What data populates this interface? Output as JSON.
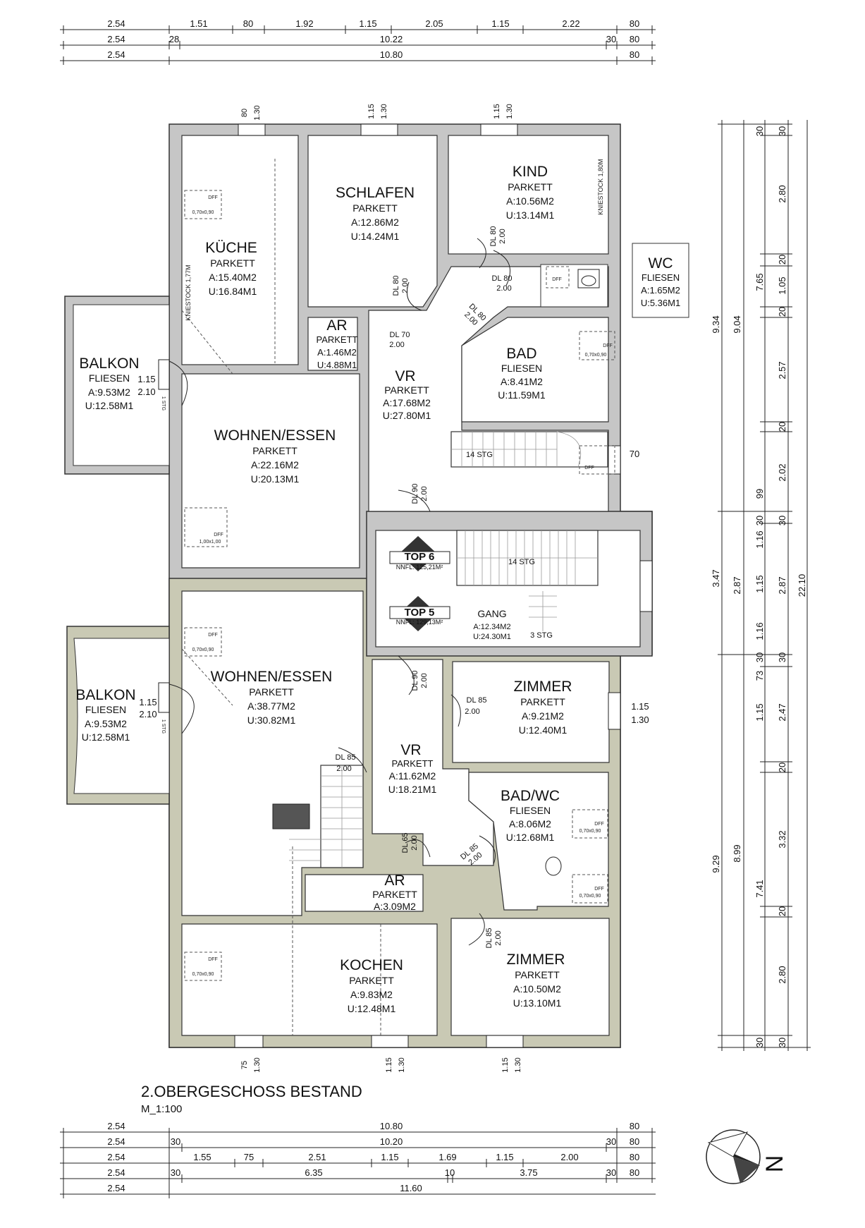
{
  "title": "2.OBERGESCHOSS BESTAND",
  "scale": "M_1:100",
  "top_dimension_rows": [
    [
      "2.54",
      "1.51",
      "80",
      "1.92",
      "1.15",
      "2.05",
      "1.15",
      "2.22",
      "80"
    ],
    [
      "2.54",
      "28",
      "10.22",
      "30",
      "80"
    ],
    [
      "2.54",
      "10.80",
      "80"
    ]
  ],
  "bottom_dimension_rows": [
    [
      "2.54",
      "10.80",
      "80"
    ],
    [
      "2.54",
      "30",
      "10.20",
      "30",
      "80"
    ],
    [
      "2.54",
      "1.55",
      "75",
      "2.51",
      "1.15",
      "1.69",
      "1.15",
      "2.00",
      "80"
    ],
    [
      "2.54",
      "30",
      "6.35",
      "10",
      "3.75",
      "30",
      "80"
    ],
    [
      "2.54",
      "11.60"
    ]
  ],
  "right_dimension_labels": {
    "col_a": [
      "9.34",
      "3.47",
      "9.29"
    ],
    "col_b": [
      "9.04",
      "2.87",
      "8.99"
    ],
    "col_c": [
      "30",
      "7.65",
      "99",
      "30",
      "1.16",
      "1.15",
      "1.16",
      "30",
      "73",
      "1.15",
      "7.41",
      "30"
    ],
    "col_d": [
      "30",
      "2.80",
      "20",
      "1.05",
      "20",
      "2.57",
      "20",
      "2.02",
      "30",
      "2.87",
      "30",
      "2.47",
      "20",
      "3.32",
      "20",
      "2.80",
      "30"
    ],
    "col_e": [
      "22.10"
    ]
  },
  "window_labels": {
    "w_top_1": [
      "80",
      "1.30"
    ],
    "w_top_2": [
      "1.15",
      "1.30"
    ],
    "w_top_3": [
      "1.15",
      "1.30"
    ],
    "w_bottom_1": [
      "75",
      "1.30"
    ],
    "w_bottom_2": [
      "1.15",
      "1.30"
    ],
    "w_bottom_3": [
      "1.15",
      "1.30"
    ],
    "w_right_1": "70",
    "w_right_2": [
      "1.15",
      "1.30"
    ]
  },
  "rooms": {
    "kueche": {
      "name": "KÜCHE",
      "floor": "PARKETT",
      "area": "A:15.40M2",
      "perimeter": "U:16.84M1"
    },
    "schlafen": {
      "name": "SCHLAFEN",
      "floor": "PARKETT",
      "area": "A:12.86M2",
      "perimeter": "U:14.24M1"
    },
    "kind": {
      "name": "KIND",
      "floor": "PARKETT",
      "area": "A:10.56M2",
      "perimeter": "U:13.14M1"
    },
    "wc": {
      "name": "WC",
      "floor": "FLIESEN",
      "area": "A:1.65M2",
      "perimeter": "U:5.36M1"
    },
    "ar_top": {
      "name": "AR",
      "floor": "PARKETT",
      "area": "A:1.46M2",
      "perimeter": "U:4.88M1"
    },
    "vr_top": {
      "name": "VR",
      "floor": "PARKETT",
      "area": "A:17.68M2",
      "perimeter": "U:27.80M1"
    },
    "bad": {
      "name": "BAD",
      "floor": "FLIESEN",
      "area": "A:8.41M2",
      "perimeter": "U:11.59M1"
    },
    "balkon_top": {
      "name": "BALKON",
      "floor": "FLIESEN",
      "area": "A:9.53M2",
      "perimeter": "U:12.58M1"
    },
    "wohnen_top": {
      "name": "WOHNEN/ESSEN",
      "floor": "PARKETT",
      "area": "A:22.16M2",
      "perimeter": "U:20.13M1"
    },
    "gang": {
      "name": "GANG",
      "area": "A:12.34M2",
      "perimeter": "U:24.30M1"
    },
    "balkon_bottom": {
      "name": "BALKON",
      "floor": "FLIESEN",
      "area": "A:9.53M2",
      "perimeter": "U:12.58M1"
    },
    "wohnen_bottom": {
      "name": "WOHNEN/ESSEN",
      "floor": "PARKETT",
      "area": "A:38.77M2",
      "perimeter": "U:30.82M1"
    },
    "zimmer_1": {
      "name": "ZIMMER",
      "floor": "PARKETT",
      "area": "A:9.21M2",
      "perimeter": "U:12.40M1"
    },
    "vr_bottom": {
      "name": "VR",
      "floor": "PARKETT",
      "area": "A:11.62M2",
      "perimeter": "U:18.21M1"
    },
    "bad_wc": {
      "name": "BAD/WC",
      "floor": "FLIESEN",
      "area": "A:8.06M2",
      "perimeter": "U:12.68M1"
    },
    "ar_bottom": {
      "name": "AR",
      "floor": "PARKETT",
      "area": "A:3.09M2"
    },
    "kochen": {
      "name": "KOCHEN",
      "floor": "PARKETT",
      "area": "A:9.83M2",
      "perimeter": "U:12.48M1"
    },
    "zimmer_2": {
      "name": "ZIMMER",
      "floor": "PARKETT",
      "area": "A:10.50M2",
      "perimeter": "U:13.10M1"
    }
  },
  "tops": {
    "top6": {
      "name": "TOP 6",
      "nnfl": "NNFL: 125,21M²"
    },
    "top5": {
      "name": "TOP 5",
      "nnfl": "NNFL: 129,13M²"
    }
  },
  "doors": {
    "d_kind": [
      "DL 80",
      "2.00"
    ],
    "d_wc": [
      "DL 80",
      "2.00"
    ],
    "d_schlafen": [
      "DL 80",
      "2.00"
    ],
    "d_bad": [
      "DL 80",
      "2.00"
    ],
    "d_ar": [
      "DL 70",
      "2.00"
    ],
    "d_gang_top": [
      "DL 90",
      "2.00"
    ],
    "d_gang_bottom": [
      "DL 90",
      "2.00"
    ],
    "d_zimmer1": [
      "DL 85",
      "2.00"
    ],
    "d_wohnen": [
      "DL 85",
      "2.00"
    ],
    "d_ar_bottom": [
      "DL 65",
      "2.00"
    ],
    "d_badwc": [
      "DL 85",
      "2.00"
    ],
    "d_zimmer2": [
      "DL 85",
      "2.00"
    ]
  },
  "balcony_door": {
    "top": [
      "1.15",
      "2.10",
      "1 STG"
    ],
    "bottom": [
      "1.15",
      "2.10",
      "1 STG"
    ]
  },
  "stairs": {
    "upper": "14 STG",
    "core": "14 STG",
    "gang": "3 STG"
  },
  "kniestock": {
    "kueche": "KNIESTOCK 1,77M",
    "kind": "KNIESTOCK 1,80M"
  },
  "dff": {
    "standard": "DFF",
    "size_small": "0,70x0,90",
    "size_large": "1,00x1,00"
  },
  "north_label": "N"
}
